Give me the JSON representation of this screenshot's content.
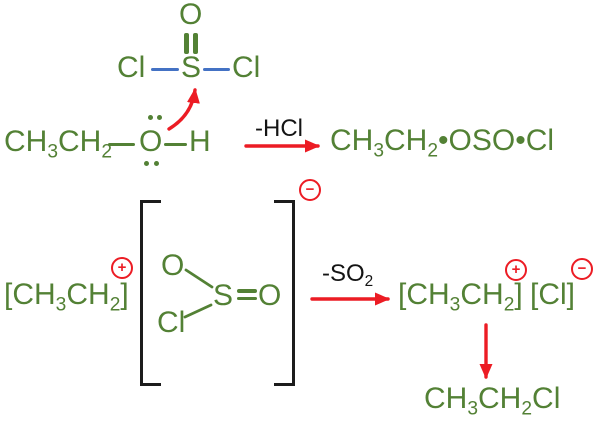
{
  "colors": {
    "structure_green": "#538135",
    "bond_blue": "#4472C4",
    "arrow_red": "#EC1C24",
    "label_black": "#141414"
  },
  "reagent_thionyl_chloride": {
    "oxygen": "O",
    "chlorine_left": "Cl",
    "sulfur": "S",
    "chlorine_right": "Cl"
  },
  "reactant_ethanol": {
    "ethyl_group": [
      [
        "n",
        "CH"
      ],
      [
        "s",
        "3"
      ],
      [
        "n",
        "CH"
      ],
      [
        "s",
        "2"
      ]
    ],
    "oxygen": "O",
    "hydrogen": "H"
  },
  "step1_arrow": {
    "label": "-HCl"
  },
  "step1_product": {
    "formula": [
      [
        "n",
        "CH"
      ],
      [
        "s",
        "3"
      ],
      [
        "n",
        "CH"
      ],
      [
        "s",
        "2"
      ],
      [
        "n",
        "•OSO•Cl"
      ]
    ]
  },
  "intermediate": {
    "ethyl_cation": [
      [
        "n",
        "[CH"
      ],
      [
        "s",
        "3"
      ],
      [
        "n",
        "CH"
      ],
      [
        "s",
        "2"
      ],
      [
        "n",
        "]"
      ]
    ],
    "ethyl_cation_charge": "+",
    "anion_charge": "−",
    "oxygen_top": "O",
    "sulfur": "S",
    "oxygen_right": "O",
    "chlorine": "Cl"
  },
  "step2_arrow": {
    "label": [
      [
        "n",
        "-SO"
      ],
      [
        "s",
        "2"
      ]
    ]
  },
  "step2_products": {
    "ethyl_cation": [
      [
        "n",
        "[CH"
      ],
      [
        "s",
        "3"
      ],
      [
        "n",
        "CH"
      ],
      [
        "s",
        "2"
      ],
      [
        "n",
        "]"
      ]
    ],
    "ethyl_cation_charge": "+",
    "chloride": "[Cl]",
    "chloride_charge": "−"
  },
  "final_product": {
    "formula": [
      [
        "n",
        "CH"
      ],
      [
        "s",
        "3"
      ],
      [
        "n",
        "CH"
      ],
      [
        "s",
        "2"
      ],
      [
        "n",
        "Cl"
      ]
    ]
  }
}
